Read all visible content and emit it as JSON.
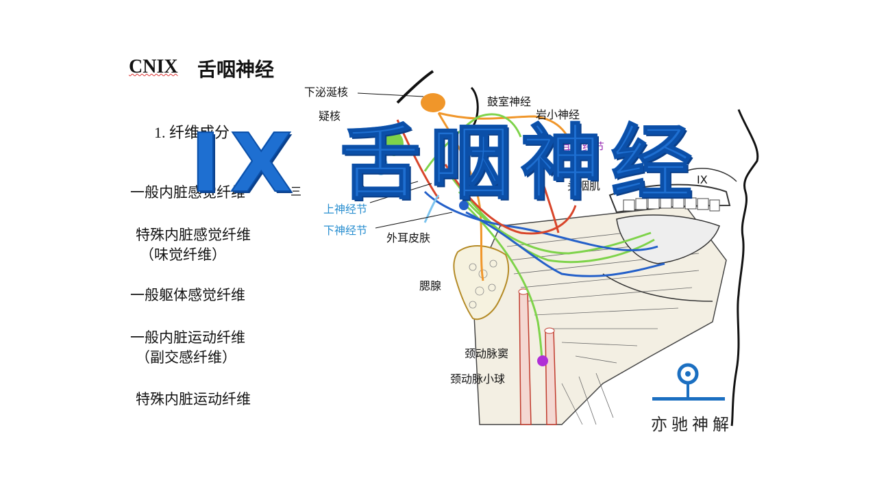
{
  "slide": {
    "title_roman": "CNIX",
    "title_cn": "舌咽神经",
    "section": "1. 纤维成分",
    "fibers": [
      "一般内脏感觉纤维",
      "特殊内脏感觉纤维",
      "（味觉纤维）",
      "一般躯体感觉纤维",
      "一般内脏运动纤维",
      "（副交感纤维）",
      "特殊内脏运动纤维"
    ],
    "overlay_title": "IX 舌咽神经",
    "logo_text": "亦驰神解"
  },
  "diagram": {
    "labels": {
      "inferior_salivatory": "下泌涎核",
      "nucleus_ambiguus": "疑核",
      "solitary_nucleus": "核",
      "tympanic_nerve": "鼓室神经",
      "lesser_petrosal": "岩小神经",
      "otic_ganglion": "耳神经节",
      "pharyngeal_muscle": "头咽肌",
      "ix": "IX",
      "superior_ganglion": "上神经节",
      "inferior_ganglion": "下神经节",
      "external_ear_skin": "外耳皮肤",
      "parotid": "腮腺",
      "carotid_sinus": "颈动脉窦",
      "carotid_body": "颈动脉小球",
      "partial_left": "三"
    }
  },
  "colors": {
    "title_blue": "#1e6fd1",
    "orange": "#f0962a",
    "green": "#7ed34a",
    "light_blue": "#7cc3ee",
    "red": "#d8452a",
    "dark_blue": "#2460c9",
    "purple": "#b02fd6",
    "logo_blue": "#1b6fc1"
  }
}
